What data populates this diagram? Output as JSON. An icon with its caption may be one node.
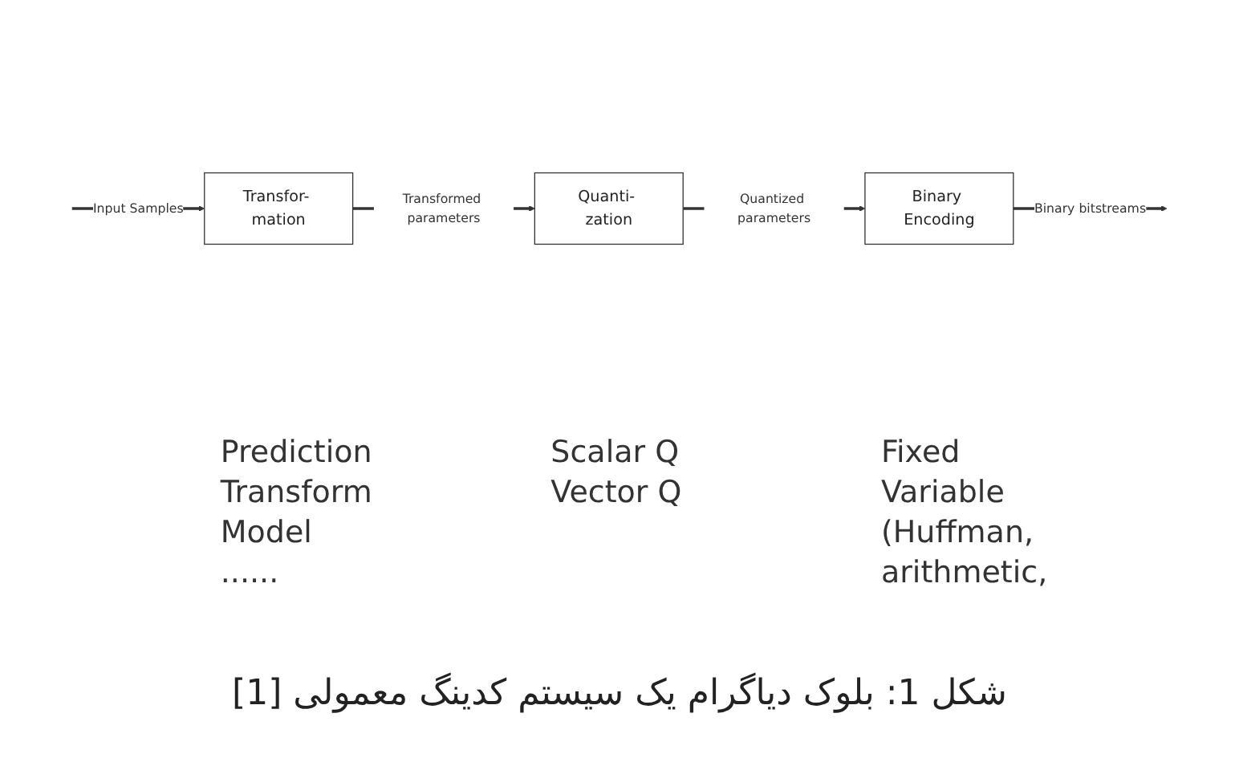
{
  "diagram": {
    "nodes": [
      {
        "text": [
          "Transfor- mation"
        ],
        "beside": [
          "Prediction",
          "Transform",
          "Model",
          "......"
        ]
      },
      {
        "text": [
          "Quanti- zation"
        ],
        "beside": [
          "Scalar Q",
          "Vector Q"
        ]
      },
      {
        "text": [
          "Binary Encoding"
        ],
        "beside": [
          "Fixed",
          "Variable",
          "(Huffman,",
          "arithmetic,"
        ]
      }
    ],
    "edges": [
      {
        "from": null,
        "to": 0,
        "arrow": "to",
        "label": "Input Samples"
      },
      {
        "from": 0,
        "to": 1,
        "arrow": "to",
        "label": "Transformed parameters"
      },
      {
        "from": 1,
        "to": 2,
        "arrow": "to",
        "label": "Quantized parameters"
      },
      {
        "from": 2,
        "to": null,
        "arrow": "to",
        "label": "Binary bitstreams"
      }
    ],
    "caption": "شکل 1: بلوک دیاگرام یک سیستم کدینگ معمولی [1]"
  }
}
